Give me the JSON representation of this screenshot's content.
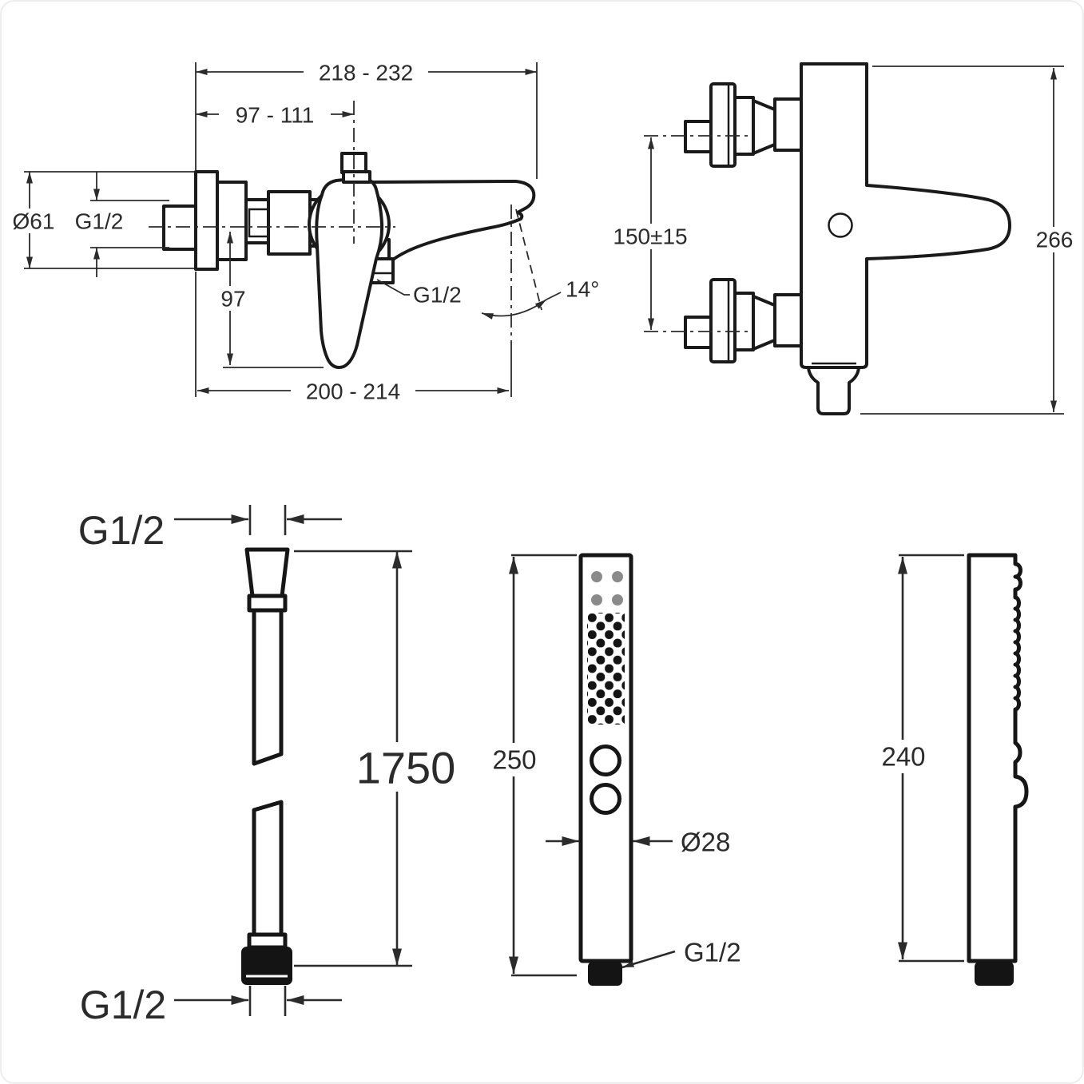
{
  "drawing": {
    "title": "Bath-shower mixer installation dimensions",
    "colors": {
      "line": "#1a1a1a",
      "dimension": "#2b2b2b",
      "accent_dots": "#8a8a8a",
      "background": "#ffffff"
    },
    "views": {
      "mixer_side": {
        "name": "mixer-side-view",
        "dims": {
          "overall_depth": "218 - 232",
          "spout_center": "97 - 111",
          "escutcheon_diameter": "Ø61",
          "inlet_thread": "G1/2",
          "handle_drop": "97",
          "body_depth": "200 - 214",
          "outlet_thread": "G1/2",
          "spout_angle": "14°"
        }
      },
      "mixer_front": {
        "name": "mixer-front-view",
        "dims": {
          "inlet_spacing": "150±15",
          "overall_height": "266"
        }
      },
      "hose": {
        "name": "shower-hose-view",
        "dims": {
          "top_thread": "G1/2",
          "length": "1750",
          "bottom_thread": "G1/2"
        }
      },
      "handshower_front": {
        "name": "handshower-front-view",
        "dims": {
          "length": "250",
          "diameter": "Ø28",
          "thread": "G1/2"
        }
      },
      "handshower_side": {
        "name": "handshower-side-view",
        "dims": {
          "length": "240"
        }
      }
    }
  }
}
